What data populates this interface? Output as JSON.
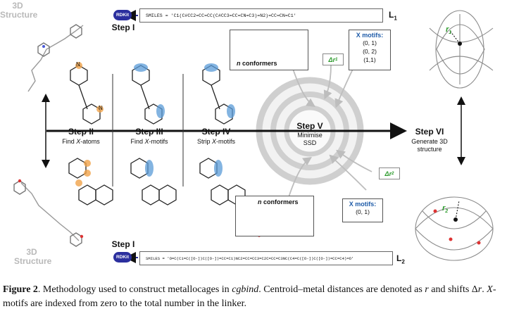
{
  "top": {
    "structure_label": "3D\nStructure",
    "step_label": "Step I",
    "badge": "RDKit",
    "smiles": "SMILES = 'C1(C#CC2=CC=CC(C#CC3=CC=CN=C3)=N2)=CC=CN=C1'",
    "ligand_label": "L",
    "ligand_sub": "1",
    "r_label": "r",
    "r_sub": "1"
  },
  "bottom": {
    "structure_label": "3D\nStructure",
    "step_label": "Step I",
    "badge": "RDKit",
    "smiles": "SMILES = 'O=C(C1=C([O-])C([O-])=CC=C1)NC2=CC=CC3=C2C=CC=C3NC(C4=C([O-])C([O-])=CC=C4)=O'",
    "ligand_label": "L",
    "ligand_sub": "2",
    "r_label": "r",
    "r_sub": "2"
  },
  "steps": {
    "ii": {
      "title": "Step II",
      "line1_pre": "Find ",
      "line1_em": "X",
      "line1_post": "-atoms"
    },
    "iii": {
      "title": "Step III",
      "line1_pre": "Find ",
      "line1_em": "X",
      "line1_post": "-motifs"
    },
    "iv": {
      "title": "Step IV",
      "line1_pre": "Strip ",
      "line1_em": "X",
      "line1_post": "-motifs"
    },
    "v": {
      "title": "Step V",
      "line1": "Minimise",
      "line2": "SSD"
    },
    "vi": {
      "title": "Step VI",
      "line1": "Generate 3D",
      "line2": "structure"
    }
  },
  "conformers_top": {
    "n": "n",
    "text": " conformers"
  },
  "conformers_bottom": {
    "n": "n",
    "text": " conformers"
  },
  "xmotifs_top": {
    "title": "X motifs:",
    "items": [
      "(0, 1)",
      "(0, 2)",
      "(1,1)"
    ]
  },
  "xmotifs_bottom": {
    "title": "X motifs:",
    "items": [
      "(0, 1)"
    ]
  },
  "delta_r1": {
    "sym": "Δr",
    "sub": "1"
  },
  "delta_r2": {
    "sym": "Δr",
    "sub": "2"
  },
  "atom_N": "N",
  "caption": {
    "fig": "Figure 2",
    "t1": ". Methodology used to construct metallocages in ",
    "tool": "cgbind",
    "t2": ". Centroid–metal distances are denoted as ",
    "r": "r",
    "t3": " and shifts Δ",
    "r2": "r",
    "t4": ". ",
    "x": "X",
    "t5": "-motifs are indexed from zero to the total number in the linker."
  },
  "colors": {
    "accent_blue": "#2b2f9e",
    "motif_blue": "#5a9bd8",
    "atom_orange": "#f0a24a",
    "delta_green": "#2a9a2a"
  }
}
